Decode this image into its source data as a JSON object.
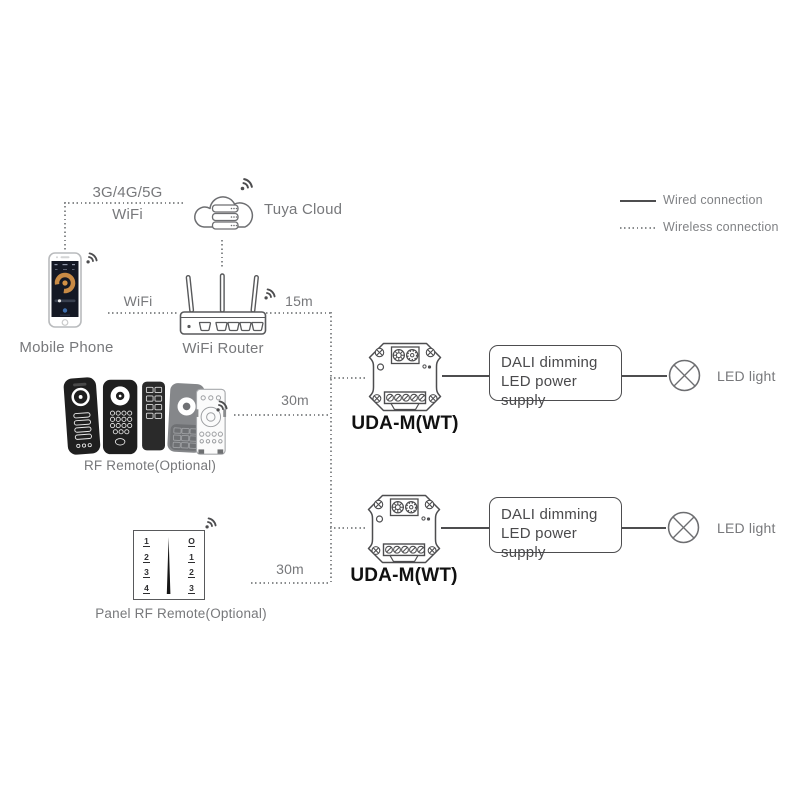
{
  "legend": {
    "wired_label": "Wired connection",
    "wireless_label": "Wireless connection"
  },
  "cloud": {
    "label": "Tuya Cloud"
  },
  "phone": {
    "label": "Mobile Phone"
  },
  "router": {
    "label": "WiFi Router"
  },
  "connections": {
    "phone_cloud_line1": "3G/4G/5G",
    "phone_cloud_line2": "WiFi",
    "phone_router": "WiFi",
    "router_distance": "15m",
    "rf_remote_distance": "30m",
    "panel_remote_distance": "30m"
  },
  "rf_remote": {
    "label": "RF Remote(Optional)"
  },
  "panel_remote": {
    "label": "Panel RF Remote(Optional)",
    "left_keys": [
      "1",
      "2",
      "3",
      "4"
    ],
    "right_keys": [
      "O",
      "1",
      "2",
      "3"
    ]
  },
  "rows": [
    {
      "controller_label": "UDA-M(WT)",
      "supply_line1": "DALI dimming",
      "supply_line2": "LED power supply",
      "light_label": "LED light"
    },
    {
      "controller_label": "UDA-M(WT)",
      "supply_line1": "DALI dimming",
      "supply_line2": "LED power supply",
      "light_label": "LED light"
    }
  ],
  "colors": {
    "line": "#4d4d4f",
    "dotted": "#8a8c8e",
    "text_grey": "#77787b",
    "device_black": "#1f1f1f",
    "accent_orange": "#c88a45"
  }
}
